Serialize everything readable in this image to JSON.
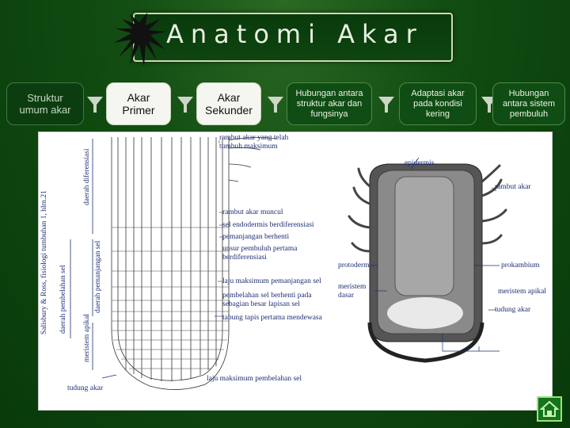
{
  "header": {
    "title": "Anatomi Akar"
  },
  "nav": {
    "items": [
      {
        "label": "Struktur umum akar",
        "style": "dark"
      },
      {
        "label": "Akar Primer",
        "style": "light"
      },
      {
        "label": "Akar Sekunder",
        "style": "light"
      },
      {
        "label": "Hubungan antara struktur akar dan fungsinya",
        "style": "green"
      },
      {
        "label": "Adaptasi akar pada kondisi kering",
        "style": "green"
      },
      {
        "label": "Hubungan antara sistem pembuluh",
        "style": "green"
      }
    ]
  },
  "figure": {
    "source_credit": "Salisbury & Ross, fisiologi tumbuhan 1, hlm.21",
    "left_vertical_labels": {
      "daerah_diferensiasi": "daerah diferensiasi",
      "daerah_pemanjangan": "daerah pemanjangan sel",
      "daerah_pembelahan": "daerah pembelahan sel",
      "meristem_apikal": "meristem apikal"
    },
    "left_labels": {
      "tudung_akar": "tudung akar"
    },
    "right_labels": [
      "rambut akar yang telah tumbuh maksimum",
      "rambut akar muncul",
      "sel endodermis berdiferensiasi",
      "pemanjangan berhenti",
      "unsur pembuluh pertama berdiferensiasi",
      "laju maksimum pemanjangan sel",
      "pembelahan sel berhenti pada sebagian besar lapisan sel",
      "tabung tapis pertama mendewasa",
      "laju maksimum pembelahan sel"
    ],
    "cross_labels": {
      "epidermis": "epidermis",
      "rambut_akar": "rambut akar",
      "protoderm": "protoderm",
      "prokambium": "prokambium",
      "meristem_dasar": "meristem dasar",
      "meristem_apikal": "meristem apikal",
      "tudung_akar": "tudung akar"
    }
  },
  "colors": {
    "background": "#0f4a14",
    "label_blue": "#1e2f74",
    "home_button": "#13731f"
  },
  "icons": {
    "logo": "root-logo-icon",
    "home": "home-icon"
  }
}
